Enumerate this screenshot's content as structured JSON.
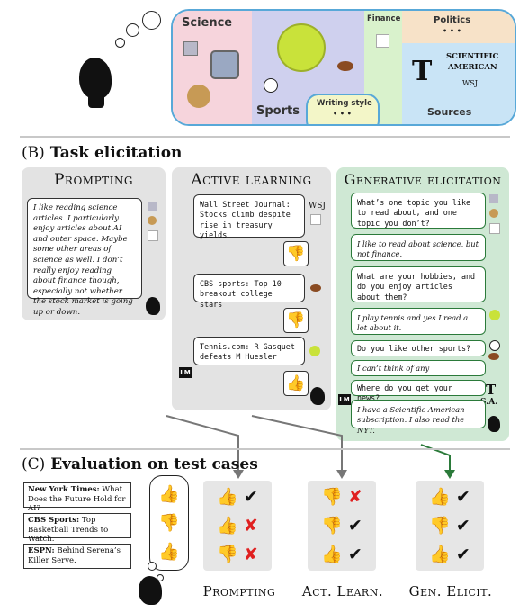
{
  "map": {
    "science_label": "Science",
    "sports_label": "Sports",
    "finance_label": "Finance",
    "politics_label": "Politics",
    "politics_dots": "• • •",
    "writing_label": "Writing style",
    "writing_dots": "• • •",
    "sources_label": "Sources",
    "sources_brand1": "SCIENTIFIC",
    "sources_brand2": "AMERICAN",
    "sources_wsj": "WSJ",
    "sources_nyt": "T",
    "colors": {
      "science": "#f6d4dc",
      "sports": "#cfd0ee",
      "finance": "#d9f2cc",
      "politics": "#f7e2c8",
      "sources": "#c9e4f6",
      "border": "#58a8d8"
    }
  },
  "section_b": {
    "paren": "(B)",
    "title": "Task elicitation"
  },
  "section_c": {
    "paren": "(C)",
    "title": "Evaluation on test cases"
  },
  "prompting": {
    "title": "Prompting",
    "text": "I like reading science articles. I particularly enjoy articles about AI and outer space. Maybe some other areas of science as well. I don’t really enjoy reading about finance though, especially not whether the stock market is going up or down."
  },
  "active": {
    "title": "Active learning",
    "items": [
      {
        "text": "Wall Street Journal: Stocks climb despite rise in treasury yields",
        "tag": "WSJ"
      },
      {
        "text": "CBS sports: Top 10 breakout college stars"
      },
      {
        "text": "Tennis.com: R Gasquet defeats M Huesler"
      }
    ],
    "lm_label": "LM"
  },
  "generative": {
    "title": "Generative elicitation",
    "turns": [
      {
        "role": "lm",
        "text": "What’s one topic you like to read about, and one topic you don’t?"
      },
      {
        "role": "user",
        "text": "I like to read about science, but not finance."
      },
      {
        "role": "lm",
        "text": "What are your hobbies, and do you enjoy articles about them?"
      },
      {
        "role": "user",
        "text": "I play tennis and yes I read a lot about it."
      },
      {
        "role": "lm",
        "text": "Do you like other sports?"
      },
      {
        "role": "user",
        "text": "I can’t think of any"
      },
      {
        "role": "lm",
        "text": "Where do you get your news?"
      },
      {
        "role": "user",
        "text": "I have a Scientific American subscription. I also read the NYT."
      }
    ],
    "lm_label": "LM",
    "sa_label": "S.A."
  },
  "test_cases": [
    {
      "source": "New York Times:",
      "headline": " What Does the Future Hold for AI?"
    },
    {
      "source": "CBS Sports:",
      "headline": " Top Basketball Trends to Watch."
    },
    {
      "source": "ESPN:",
      "headline": " Behind Serena’s Killer Serve."
    }
  ],
  "ground_truth": [
    "up",
    "down",
    "up"
  ],
  "results": [
    {
      "label": "Prompting",
      "rows": [
        {
          "thumb": "up",
          "correct": true
        },
        {
          "thumb": "up",
          "correct": false
        },
        {
          "thumb": "down",
          "correct": false
        }
      ]
    },
    {
      "label": "Act. Learn.",
      "rows": [
        {
          "thumb": "down",
          "correct": false
        },
        {
          "thumb": "down",
          "correct": true
        },
        {
          "thumb": "up",
          "correct": true
        }
      ]
    },
    {
      "label": "Gen. Elicit.",
      "rows": [
        {
          "thumb": "up",
          "correct": true
        },
        {
          "thumb": "down",
          "correct": true
        },
        {
          "thumb": "up",
          "correct": true
        }
      ]
    }
  ],
  "symbols": {
    "thumb_up": "👍",
    "thumb_down": "👎",
    "check": "✔",
    "cross": "✘"
  }
}
